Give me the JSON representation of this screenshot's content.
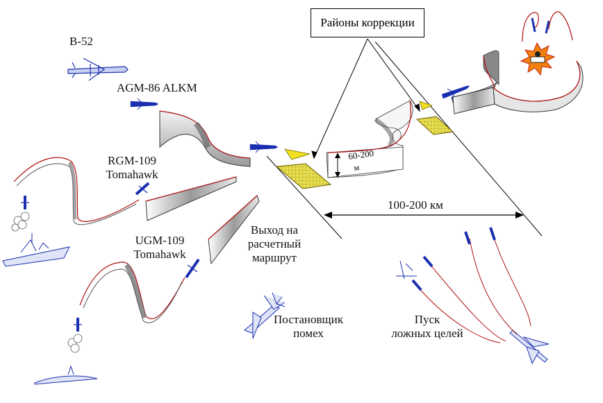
{
  "labels": {
    "correction_zones": "Районы  коррекции",
    "b52": "B-52",
    "agm86": "AGM-86 ALKM",
    "rgm109_line1": "RGM-109",
    "rgm109_line2": "Tomahawk",
    "ugm109_line1": "UGM-109",
    "ugm109_line2": "Tomahawk",
    "exit_line1": "Выход на",
    "exit_line2": "расчетный",
    "exit_line3": "маршрут",
    "jammer_line1": "Постановщик",
    "jammer_line2": "помех",
    "decoy_line1": "Пуск",
    "decoy_line2": "ложных целей",
    "distance": "100-200 км",
    "altitude_value": "60-200",
    "altitude_unit": "м"
  },
  "colors": {
    "aircraft": "#1a2fb0",
    "ribbon_edge": "#b01010",
    "ribbon_shade": "#8a8a8a",
    "grid_fill": "#e8e050",
    "marker": "#f0e020"
  },
  "icons": [
    "b52-aircraft-icon",
    "cruise-missile-icon",
    "ship-icon",
    "submarine-icon",
    "explosion-icon",
    "jammer-aircraft-icon",
    "fighter-aircraft-icon",
    "target-icon"
  ]
}
